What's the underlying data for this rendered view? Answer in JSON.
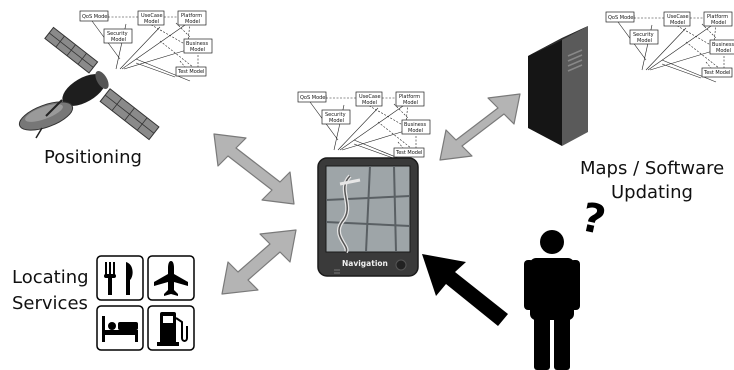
{
  "labels": {
    "positioning": "Positioning",
    "maps_line1": "Maps / Software",
    "maps_line2": "Updating",
    "locating_line1": "Locating",
    "locating_line2": "Services",
    "question_mark": "?"
  },
  "device": {
    "screen_title": "Navigation"
  },
  "model_diagram": {
    "qos": "QoS Model",
    "usecase_line1": "UseCase",
    "usecase_line2": "Model",
    "platform_line1": "Platform",
    "platform_line2": "Model",
    "security_line1": "Security",
    "security_line2": "Model",
    "business_line1": "Business",
    "business_line2": "Model",
    "test": "Test Model"
  },
  "icons": {
    "satellite": "satellite-icon",
    "server": "server-tower-icon",
    "navigation_device": "gps-device-icon",
    "person": "person-icon",
    "restaurant": "knife-fork-icon",
    "airport": "airplane-icon",
    "hotel": "bed-icon",
    "fuel": "fuel-pump-icon"
  },
  "colors": {
    "arrow_gray": "#b4b4b4",
    "arrow_stroke": "#7a7a7a",
    "black": "#000000",
    "device_body": "#3a3a3a"
  }
}
